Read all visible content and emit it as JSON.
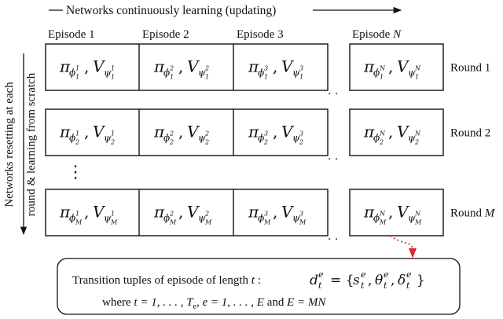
{
  "top_arrow_label": "Networks continuously learning (updating)",
  "left_arrow_label_line1": "Networks resetting at each",
  "left_arrow_label_line2": "round & learning from scratch",
  "episodes": [
    {
      "label": "Episode 1",
      "sup": "1"
    },
    {
      "label": "Episode 2",
      "sup": "2"
    },
    {
      "label": "Episode 3",
      "sup": "3"
    },
    {
      "label": "Episode ",
      "label_var": "N",
      "sup": "N"
    }
  ],
  "rounds": [
    {
      "label": "Round 1",
      "sub": "1"
    },
    {
      "label": "Round 2",
      "sub": "2"
    },
    {
      "label": "Round ",
      "label_var": "M",
      "sub": "M"
    }
  ],
  "cell_symbols": {
    "policy": "π",
    "value": "V",
    "phi": "ϕ",
    "psi": "ψ",
    "comma": ","
  },
  "ellipsis_h": "· ·",
  "ellipsis_v": "⋮",
  "transition_box": {
    "line1_text": "Transition tuples of episode of length ",
    "line1_var": "t",
    "line1_colon": " :",
    "formula": "d_t^e = { s_t^e, θ_t^e, δ_t^e }",
    "line2_where": "where ",
    "line2_t_range": "t = 1, . . . , T",
    "line2_e_sub": "e",
    "line2_e_range": ", e = 1, . . . , E",
    "line2_and": " and ",
    "line2_eq": "E = MN"
  }
}
